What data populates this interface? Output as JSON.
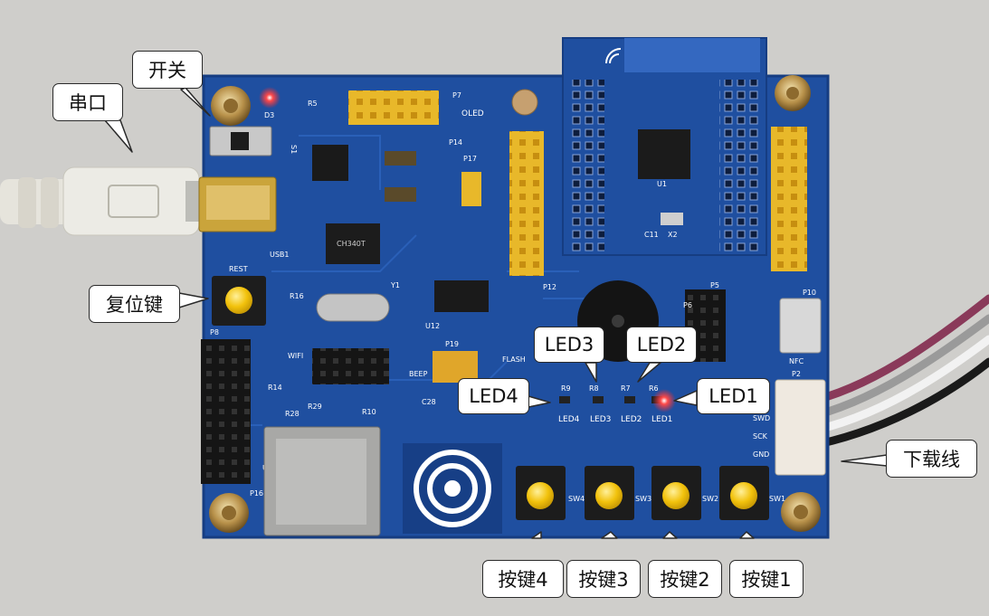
{
  "callouts": {
    "switch": "开关",
    "serial": "串口",
    "reset": "复位键",
    "led1": "LED1",
    "led2": "LED2",
    "led3": "LED3",
    "led4": "LED4",
    "download": "下载线",
    "key1": "按键1",
    "key2": "按键2",
    "key3": "按键3",
    "key4": "按键4"
  },
  "silkscreen": {
    "rest": "REST",
    "oled": "OLED",
    "usb1": "USB1",
    "s1": "S1",
    "d3": "D3",
    "r5": "R5",
    "p7": "P7",
    "p14": "P14",
    "p17": "P17",
    "p19": "P19",
    "y1": "Y1",
    "u12": "U12",
    "p12": "P12",
    "p10": "P10",
    "p5": "P5",
    "p6": "P6",
    "p2": "P2",
    "swd": "SWD",
    "sck": "SCK",
    "gnd": "GND",
    "nfc": "NFC",
    "wifi": "WIFI",
    "flash": "FLASH",
    "beep": "BEEP",
    "p16": "P16",
    "u2": "U2",
    "r14": "R14",
    "r28": "R28",
    "r29": "R29",
    "r10": "R10",
    "c28": "C28",
    "r16": "R16",
    "p8": "P8",
    "r9": "R9",
    "r8": "R8",
    "r7": "R7",
    "r6": "R6",
    "led4": "LED4",
    "led3": "LED3",
    "led2": "LED2",
    "led1": "LED1",
    "sw1": "SW1",
    "sw2": "SW2",
    "sw3": "SW3",
    "sw4": "SW4",
    "chip": "CH340T",
    "u1": "U1",
    "x2": "X2",
    "c11": "C11"
  },
  "colors": {
    "pcb": "#1f4fa0",
    "pcb_dark": "#163d82",
    "gold": "#d9a520",
    "led_red": "#ff2a2a",
    "button_cap": "#f2c20c",
    "pin_header": "#e8b82a"
  }
}
